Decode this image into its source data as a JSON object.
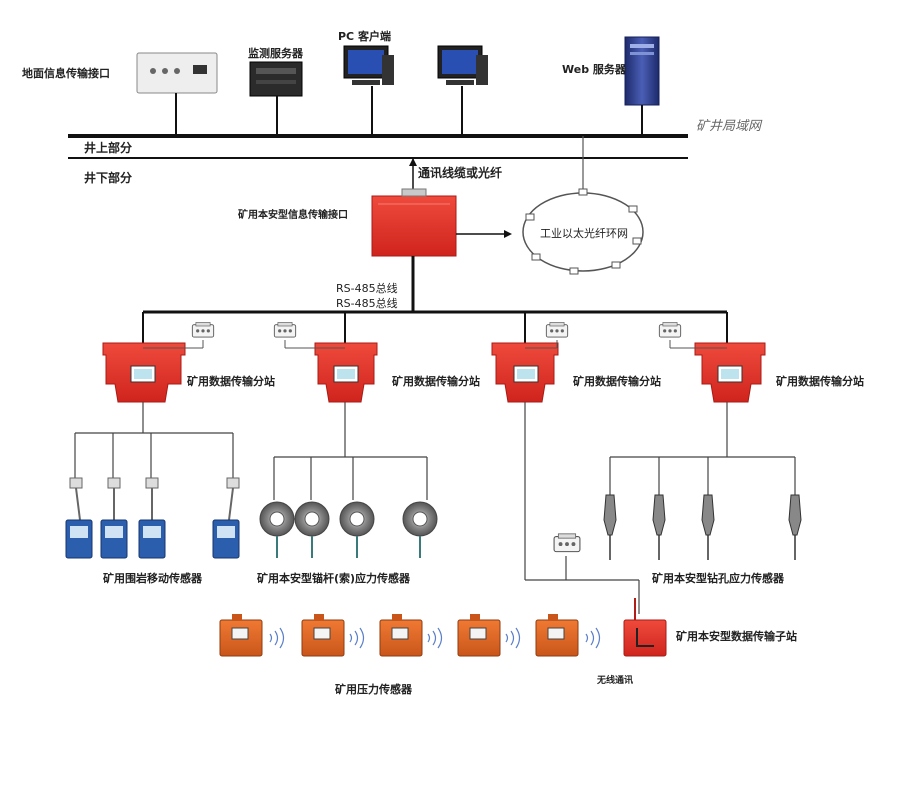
{
  "surface": {
    "iface": "地面信息传输接口",
    "monitor": "监测服务器",
    "pc": "PC 客户端",
    "web": "Web 服务器",
    "lan": "矿井局域网"
  },
  "zones": {
    "above": "井上部分",
    "below": "井下部分"
  },
  "link": "通讯线缆或光纤",
  "underground_iface": "矿用本安型信息传输接口",
  "ring": "工业以太光纤环网",
  "bus": [
    "RS-485总线",
    "RS-485总线"
  ],
  "substation": "矿用数据传输分站",
  "sensors": {
    "roof": "矿用围岩移动传感器",
    "anchor": "矿用本安型锚杆(索)应力传感器",
    "borehole": "矿用本安型钻孔应力传感器",
    "pressure": "矿用压力传感器"
  },
  "sub_station": "矿用本安型数据传输子站",
  "wireless": "无线通讯",
  "colors": {
    "device_red": "#e8322a",
    "sensor_orange": "#e0641e",
    "line": "#111111",
    "ring_line": "#555555",
    "sensor_blue": "#2b5fae",
    "server_navy": "#2a3c8c"
  },
  "icons": [
    "panel-box-icon",
    "server-icon",
    "computer-icon",
    "web-server-icon",
    "junction-box-icon",
    "display-screen-icon",
    "displacement-sensor-icon",
    "anchor-ring-sensor-icon",
    "borehole-probe-icon",
    "pressure-sensor-icon",
    "wireless-signal-icon"
  ]
}
